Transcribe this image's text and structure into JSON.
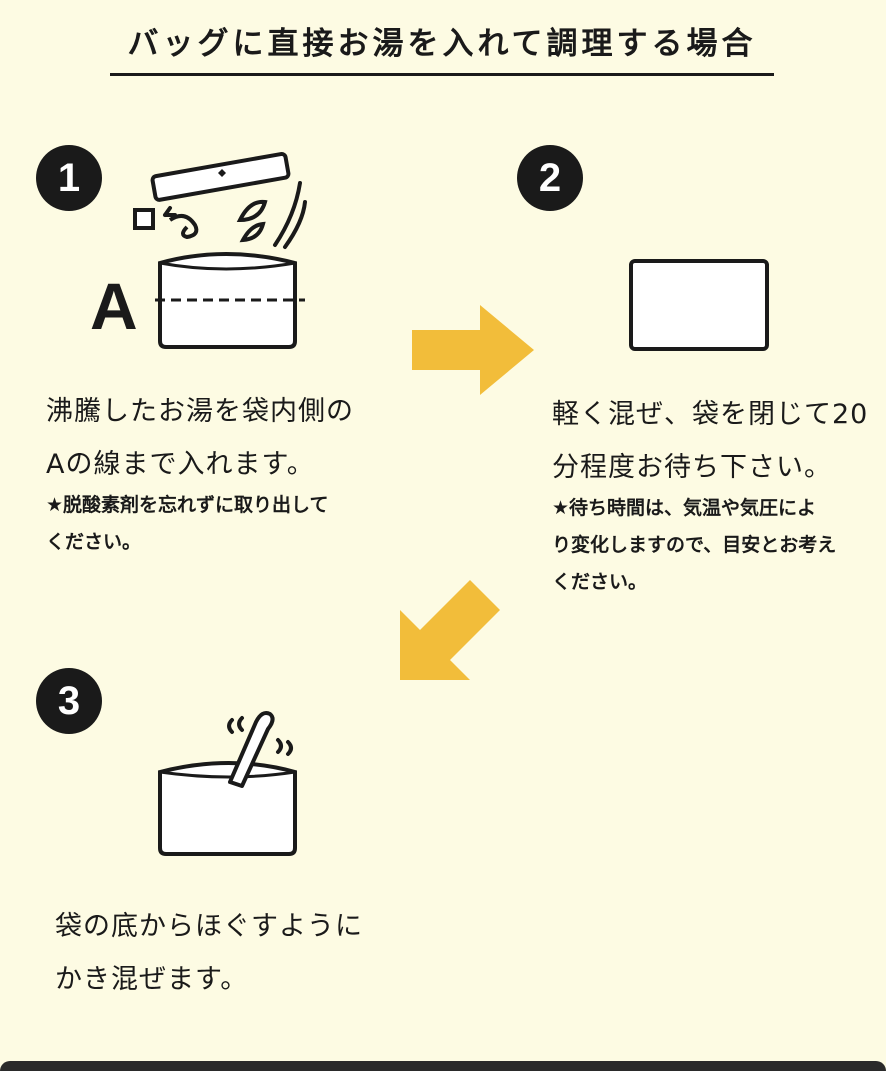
{
  "title": "バッグに直接お湯を入れて調理する場合",
  "steps": [
    {
      "number": "1",
      "label_a": "A",
      "lines": [
        "沸騰したお湯を袋内側の",
        "Aの線まで入れます。"
      ],
      "note_lines": [
        "★脱酸素剤を忘れずに取り出して",
        "ください。"
      ]
    },
    {
      "number": "2",
      "lines": [
        "軽く混ぜ、袋を閉じて20",
        "分程度お待ち下さい。"
      ],
      "note_lines": [
        "★待ち時間は、気温や気圧によ",
        "り変化しますので、目安とお考え",
        "ください。"
      ]
    },
    {
      "number": "3",
      "lines": [
        "袋の底からほぐすように",
        "かき混ぜます。"
      ]
    }
  ],
  "colors": {
    "background": "#fdfbe3",
    "arrow": "#f2bd3a",
    "ink": "#1a1a1a"
  },
  "icons": [
    "pouch-open-icon",
    "pouch-sealed-icon",
    "pouch-stirring-icon",
    "arrow-right-icon",
    "arrow-down-left-icon"
  ]
}
